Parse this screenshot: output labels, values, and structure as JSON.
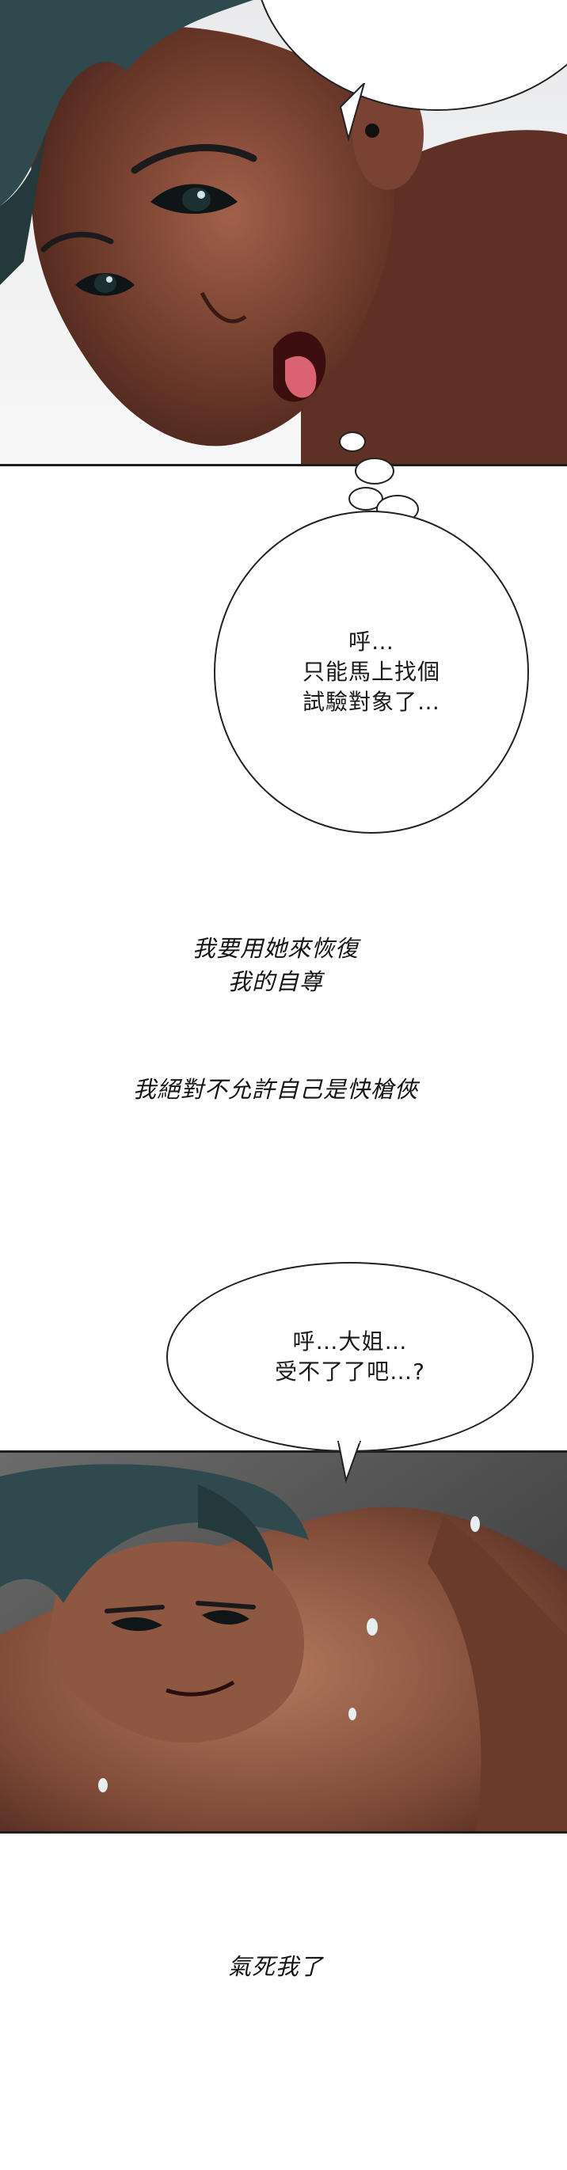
{
  "panels": [
    {
      "name": "panel-woman-closeup"
    },
    {
      "name": "panel-man-leaning"
    }
  ],
  "thought_bubble": {
    "text": "呼…\n只能馬上找個\n試驗對象了…"
  },
  "narration": {
    "line_1": "我要用她來恢復\n我的自尊",
    "line_2": "我絕對不允許自己是快槍俠",
    "line_3": "氣死我了"
  },
  "speech_bubble": {
    "text": "呼…大姐…\n受不了了吧…?"
  },
  "colors": {
    "skin_dark": "#5a3225",
    "skin_mid": "#8a5240",
    "hair": "#2f4a4f",
    "background_gray": "#4a4a4a"
  }
}
